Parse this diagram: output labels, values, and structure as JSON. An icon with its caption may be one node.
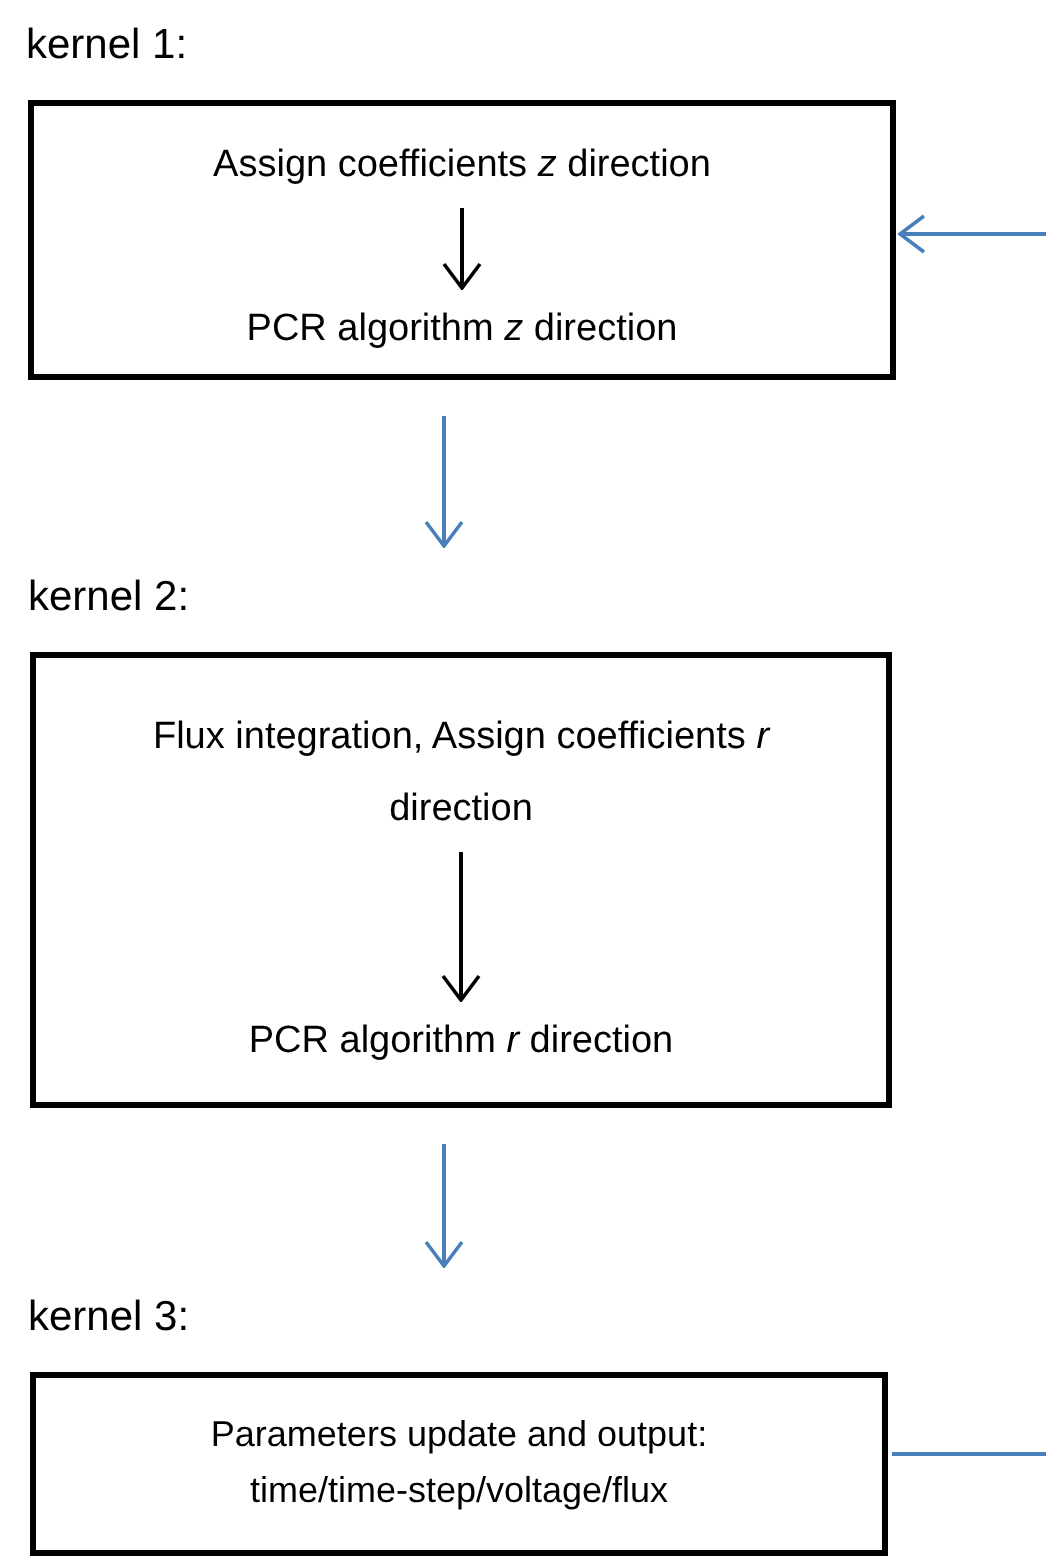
{
  "diagram": {
    "nodes": [
      {
        "text": [
          "kernel 1:"
        ]
      },
      {
        "text": [
          "Assign coefficients *z* direction"
        ],
        "in": 0
      },
      {
        "text": [
          "PCR algorithm *z* direction"
        ],
        "in": 0
      },
      {
        "text": [
          "kernel 2:"
        ]
      },
      {
        "text": [
          "Flux integration, Assign coefficients *r* direction"
        ],
        "in": 3
      },
      {
        "text": [
          "PCR algorithm *r* direction"
        ],
        "in": 3
      },
      {
        "text": [
          "kernel 3:",
          "Parameters  update and output: time/time-step/voltage/flux"
        ]
      }
    ],
    "edges": [
      {
        "from": 1,
        "to": 2,
        "arrow": "to",
        "color": "#000000"
      },
      {
        "from": 0,
        "to": 3,
        "arrow": "to"
      },
      {
        "from": 4,
        "to": 5,
        "arrow": "to",
        "color": "#000000"
      },
      {
        "from": 3,
        "to": 6,
        "arrow": "to"
      },
      {
        "from": 6,
        "to": null,
        "arrow": "none"
      },
      {
        "from": null,
        "to": 0,
        "arrow": "to"
      }
    ]
  }
}
